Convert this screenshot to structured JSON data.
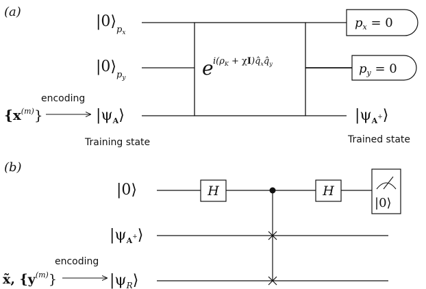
{
  "panel_a": {
    "label": "(a)",
    "inputs": {
      "px_ket": "|0⟩",
      "px_sub": "p",
      "px_sub2": "x",
      "py_ket": "|0⟩",
      "py_sub": "p",
      "py_sub2": "y",
      "data_set": "{x",
      "data_sup": "(m)",
      "data_close": "}",
      "encoding": "encoding",
      "psi_ket": "|ψ",
      "psi_sub": "A",
      "psi_close": "⟩"
    },
    "gate": {
      "base": "e",
      "exponent": "i(ρ",
      "exp_sub_K": "K",
      "exponent_mid": " + χ",
      "exponent_I": "I",
      "exponent_end": ")q̂",
      "exp_sub_x": "x",
      "exp_q": "q̂",
      "exp_sub_y": "y"
    },
    "outputs": {
      "px_meas": "p",
      "px_meas_sub": "x",
      "px_meas_val": " = 0",
      "py_meas": "p",
      "py_meas_sub": "y",
      "py_meas_val": " = 0",
      "trained_ket": "|ψ",
      "trained_sub": "A",
      "trained_sup": "+",
      "trained_close": "⟩"
    },
    "training_state": "Training state",
    "trained_state": "Trained state"
  },
  "panel_b": {
    "label": "(b)",
    "ancilla": "|0⟩",
    "h_label": "H",
    "meas_result": "|0⟩",
    "psi_A_ket": "|ψ",
    "psi_A_sub": "A",
    "psi_A_sup": "+",
    "psi_A_close": "⟩",
    "psi_R_ket": "|ψ",
    "psi_R_sub": "R",
    "psi_R_close": "⟩",
    "data": "x̃, {y",
    "data_sup": "(m)",
    "data_close": "}",
    "encoding": "encoding"
  }
}
